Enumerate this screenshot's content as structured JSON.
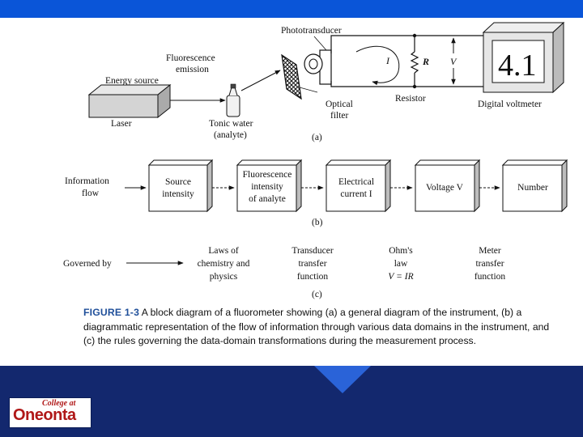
{
  "colors": {
    "top_bar": "#0a55d8",
    "bottom_bar": "#13286e",
    "logo_red": "#b01818",
    "figure_label": "#1f4f9a"
  },
  "part_a": {
    "phototransducer": "Phototransducer",
    "fluorescence_emission": [
      "Fluorescence",
      "emission"
    ],
    "energy_source": "Energy source",
    "laser": "Laser",
    "tonic_water": [
      "Tonic water",
      "(analyte)"
    ],
    "optical_filter": [
      "Optical",
      "filter"
    ],
    "current_symbol": "I",
    "resistor_symbol": "R",
    "voltage_symbol": "V",
    "resistor": "Resistor",
    "digital_voltmeter": "Digital voltmeter",
    "display_reading": "4.1",
    "part_label": "(a)"
  },
  "part_b": {
    "information_flow": [
      "Information",
      "flow"
    ],
    "blocks": [
      [
        "Source",
        "intensity"
      ],
      [
        "Fluorescence",
        "intensity",
        "of analyte"
      ],
      [
        "Electrical",
        "current I"
      ],
      [
        "Voltage V"
      ],
      [
        "Number"
      ]
    ],
    "part_label": "(b)"
  },
  "part_c": {
    "governed_by": "Governed by",
    "rules": [
      [
        "Laws of",
        "chemistry and",
        "physics"
      ],
      [
        "Transducer",
        "transfer",
        "function"
      ],
      [
        "Ohm's",
        "law",
        "V = IR"
      ],
      [
        "Meter",
        "transfer",
        "function"
      ]
    ],
    "part_label": "(c)"
  },
  "caption": {
    "figure_label": "FIGURE 1-3",
    "text": "A block diagram of a fluorometer showing (a) a general diagram of the instrument, (b) a diagrammatic representation of the flow of information through various data domains in the instrument, and (c) the rules governing the data-domain transformations during the measurement process."
  },
  "logo": {
    "small": "College at",
    "big": "Oneonta"
  }
}
